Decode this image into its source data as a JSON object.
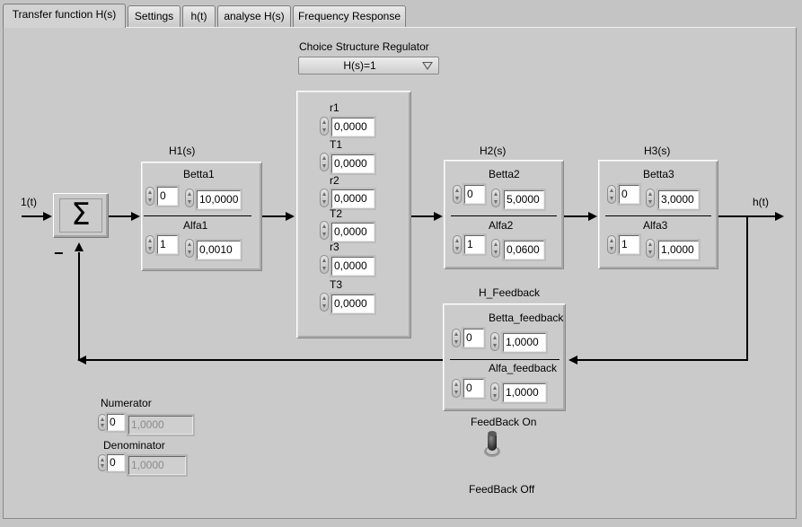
{
  "tabs": [
    {
      "label": "Transfer function H(s)"
    },
    {
      "label": "Settings"
    },
    {
      "label": "h(t)"
    },
    {
      "label": "analyse H(s)"
    },
    {
      "label": "Frequency Response"
    }
  ],
  "regulator": {
    "title": "Choice Structure Regulator",
    "selected": "H(s)=1"
  },
  "signals": {
    "input": "1(t)",
    "output": "h(t)",
    "minus": "−"
  },
  "h1": {
    "title": "H1(s)",
    "betta_label": "Betta1",
    "betta_order": "0",
    "betta_value": "10,0000",
    "alfa_label": "Alfa1",
    "alfa_order": "1",
    "alfa_value": "0,0010"
  },
  "controller": {
    "params": [
      {
        "label": "r1",
        "value": "0,0000"
      },
      {
        "label": "T1",
        "value": "0,0000"
      },
      {
        "label": "r2",
        "value": "0,0000"
      },
      {
        "label": "T2",
        "value": "0,0000"
      },
      {
        "label": "r3",
        "value": "0,0000"
      },
      {
        "label": "T3",
        "value": "0,0000"
      }
    ]
  },
  "h2": {
    "title": "H2(s)",
    "betta_label": "Betta2",
    "betta_order": "0",
    "betta_value": "5,0000",
    "alfa_label": "Alfa2",
    "alfa_order": "1",
    "alfa_value": "0,0600"
  },
  "h3": {
    "title": "H3(s)",
    "betta_label": "Betta3",
    "betta_order": "0",
    "betta_value": "3,0000",
    "alfa_label": "Alfa3",
    "alfa_order": "1",
    "alfa_value": "1,0000"
  },
  "feedback": {
    "title": "H_Feedback",
    "betta_label": "Betta_feedback",
    "betta_order": "0",
    "betta_value": "1,0000",
    "alfa_label": "Alfa_feedback",
    "alfa_order": "0",
    "alfa_value": "1,0000"
  },
  "numerator": {
    "label": "Numerator",
    "order": "0",
    "value": "1,0000"
  },
  "denominator": {
    "label": "Denominator",
    "order": "0",
    "value": "1,0000"
  },
  "switch": {
    "on_label": "FeedBack On",
    "off_label": "FeedBack Off",
    "state": "off"
  }
}
